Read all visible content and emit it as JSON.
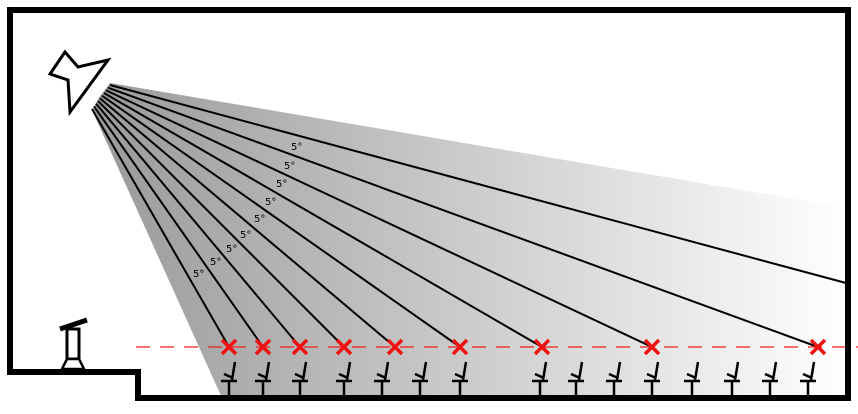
{
  "title": "Loudspeaker coverage diagram",
  "angle_labels": [
    "5°",
    "5°",
    "5°",
    "5°",
    "5°",
    "5°",
    "5°",
    "5°",
    "5°"
  ],
  "listener_marks": 9,
  "seat_count": 15,
  "colors": {
    "wall": "#000000",
    "mark": "#ee1111",
    "beam_start": "#999999",
    "beam_end": "#ffffff"
  }
}
